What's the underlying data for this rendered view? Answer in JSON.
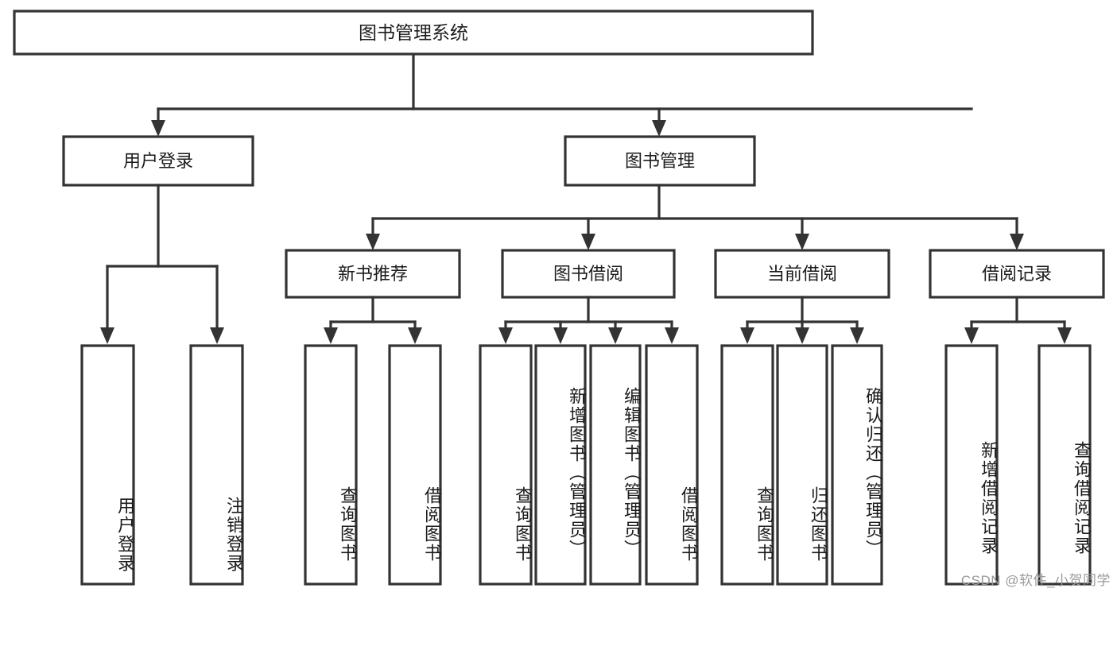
{
  "diagram": {
    "type": "tree",
    "orientation": "top-down",
    "title": "图书管理系统",
    "colors": {
      "box_fill": "#ffffff",
      "box_stroke": "#333333",
      "text": "#1b1b1b",
      "background": "#ffffff",
      "watermark": "#9a9a9a"
    },
    "levels": {
      "root": {
        "label": "图书管理系统"
      },
      "level2": [
        {
          "label": "用户登录"
        },
        {
          "label": "图书管理"
        }
      ],
      "level3": [
        {
          "label": "新书推荐"
        },
        {
          "label": "图书借阅"
        },
        {
          "label": "当前借阅"
        },
        {
          "label": "借阅记录"
        }
      ],
      "leaves": [
        {
          "label": "用户登录",
          "parent": "用户登录"
        },
        {
          "label": "注销登录",
          "parent": "用户登录"
        },
        {
          "label": "查询图书",
          "parent": "新书推荐"
        },
        {
          "label": "借阅图书",
          "parent": "新书推荐"
        },
        {
          "label": "查询图书",
          "parent": "图书借阅"
        },
        {
          "label": "新增图书（管理员）",
          "parent": "图书借阅"
        },
        {
          "label": "编辑图书（管理员）",
          "parent": "图书借阅"
        },
        {
          "label": "借阅图书",
          "parent": "图书借阅"
        },
        {
          "label": "查询图书",
          "parent": "当前借阅"
        },
        {
          "label": "归还图书",
          "parent": "当前借阅"
        },
        {
          "label": "确认归还（管理员）",
          "parent": "当前借阅"
        },
        {
          "label": "新增借阅记录",
          "parent": "借阅记录"
        },
        {
          "label": "查询借阅记录",
          "parent": "借阅记录"
        }
      ]
    }
  },
  "watermark": {
    "text": "CSDN @软件_小贺同学"
  }
}
